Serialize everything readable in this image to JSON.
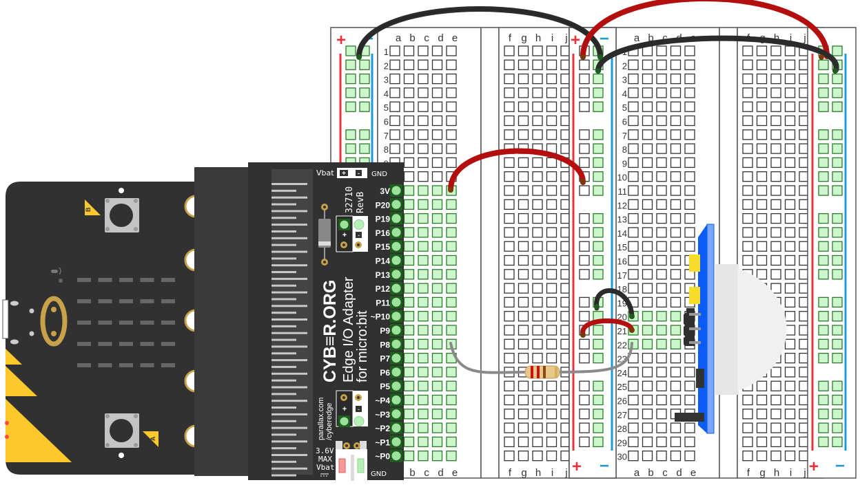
{
  "breadboards": [
    {
      "id": "left-breadboard",
      "left_cols": [
        "a",
        "b",
        "c",
        "d",
        "e"
      ],
      "right_cols": [
        "f",
        "g",
        "h",
        "i",
        "j"
      ],
      "rows": 30,
      "rail_plus_label": "+",
      "rail_minus_label": "−"
    },
    {
      "id": "right-breadboard",
      "left_cols": [
        "a",
        "b",
        "c",
        "d",
        "e"
      ],
      "right_cols": [
        "f",
        "g",
        "h",
        "i",
        "j"
      ],
      "rows": 30,
      "rail_plus_label": "+",
      "rail_minus_label": "−"
    }
  ],
  "adapter": {
    "brand": "CYB≡R.ORG",
    "title": "Edge I/O Adapter",
    "subtitle": "for micro:bit",
    "part_number": "32710",
    "revision": "RevB",
    "url_line1": "parallax.com",
    "url_line2": "/cyberedge",
    "vbat_label": "Vbat",
    "gnd_label": "GND",
    "plus_label": "+",
    "minus_label": "-",
    "battery_note": [
      "3.6V",
      "MAX",
      "Vbat"
    ],
    "bottom_gnd_label": "GND",
    "pins": [
      "3V",
      "P20",
      "P19",
      "P16",
      "P15",
      "P14",
      "P13",
      "P12",
      "P11",
      "~P10",
      "P9",
      "P8",
      "P7",
      "P6",
      "P5",
      "~P4",
      "~P3",
      "~P2",
      "~P1",
      "~P0"
    ]
  },
  "microbit": {
    "button_a_label": "A",
    "button_b_label": "B"
  },
  "pir_sensor": {
    "body_color": "#0a5cf5",
    "dome_color": "#eeeeee"
  },
  "colors": {
    "wire_red": "#b30f0f",
    "wire_black": "#2b2b2b",
    "wire_gray": "#8a8a8a",
    "rail_red": "#e8323c",
    "rail_blue": "#1b9ad6",
    "hole_active_fill": "#ccf7cc",
    "hole_active_stroke": "#2a7a2a",
    "pcb_dark": "#323131",
    "yellow": "#fdc82b"
  },
  "wires": [
    {
      "color": "black",
      "from": "left-breadboard left rail -",
      "to": "left-breadboard right rail -"
    },
    {
      "color": "red",
      "from": "left-breadboard right rail + row1",
      "to": "right-breadboard right rail +"
    },
    {
      "color": "black",
      "from": "left-breadboard right rail - row2",
      "to": "right-breadboard right rail - row2"
    },
    {
      "color": "red",
      "from": "e11 (3V)",
      "to": "left-breadboard right rail +"
    },
    {
      "color": "black",
      "from": "right rail -",
      "to": "right-breadboard a20"
    },
    {
      "color": "red",
      "from": "right rail +",
      "to": "right-breadboard a21"
    },
    {
      "color": "gray",
      "from": "e22 (P8)",
      "to": "right-breadboard a22",
      "via": "resistor"
    }
  ],
  "resistor": {
    "bands": [
      "#cc1111",
      "#cc1111",
      "#8a4a12",
      "#d8b060"
    ]
  }
}
